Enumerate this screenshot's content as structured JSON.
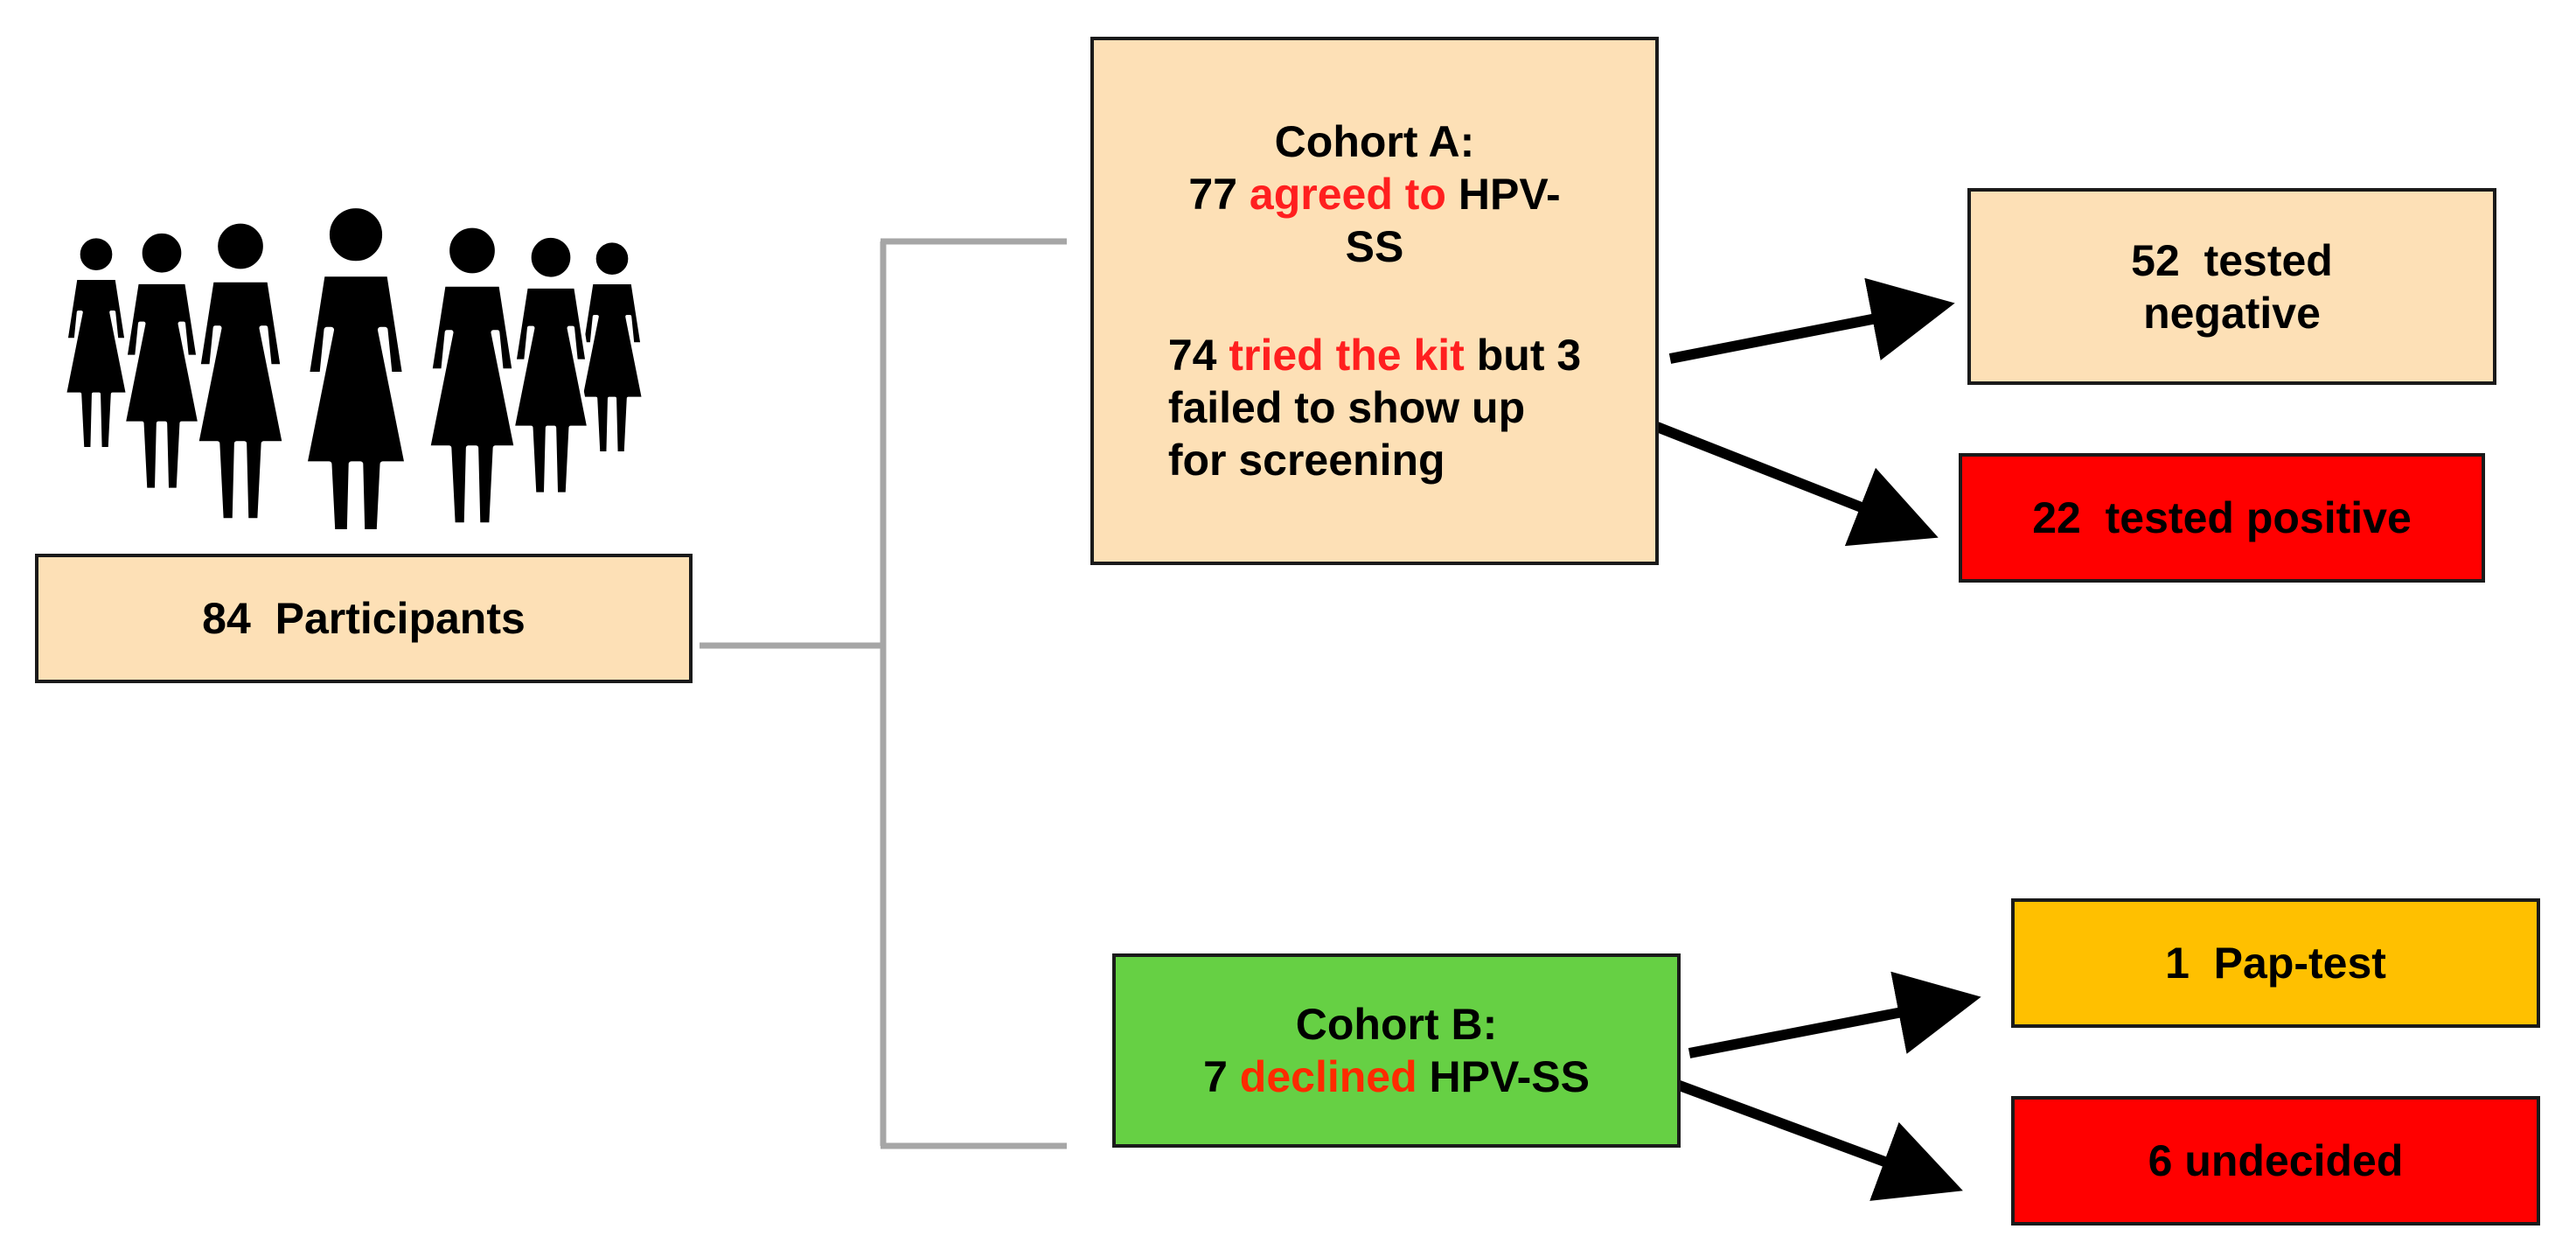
{
  "participants": {
    "count": "84",
    "label": "Participants"
  },
  "cohort_a": {
    "title": "Cohort A:",
    "agreed_count": "77",
    "agreed_highlight": "agreed to",
    "agreed_rest_1": "HPV-",
    "agreed_rest_2": "SS",
    "tried_count": "74",
    "tried_highlight": "tried the kit",
    "tried_rest_1": "but 3",
    "tried_rest_2": "failed to show up",
    "tried_rest_3": "for screening"
  },
  "negative": {
    "count": "52",
    "label_1": "tested",
    "label_2": "negative"
  },
  "positive": {
    "count": "22",
    "label": "tested positive"
  },
  "cohort_b": {
    "title": "Cohort B:",
    "declined_count": "7",
    "declined_highlight": "declined",
    "declined_rest": "HPV-SS"
  },
  "pap": {
    "count": "1",
    "label": "Pap-test"
  },
  "undecided": {
    "count": "6",
    "label": "undecided"
  },
  "colors": {
    "peach": "#fde0b6",
    "red": "#ff0000",
    "green": "#66d044",
    "amber": "#ffc000",
    "highlight_text": "#ff1f1f",
    "connector": "#a6a6a6"
  },
  "icons": [
    "women-group-icon"
  ]
}
